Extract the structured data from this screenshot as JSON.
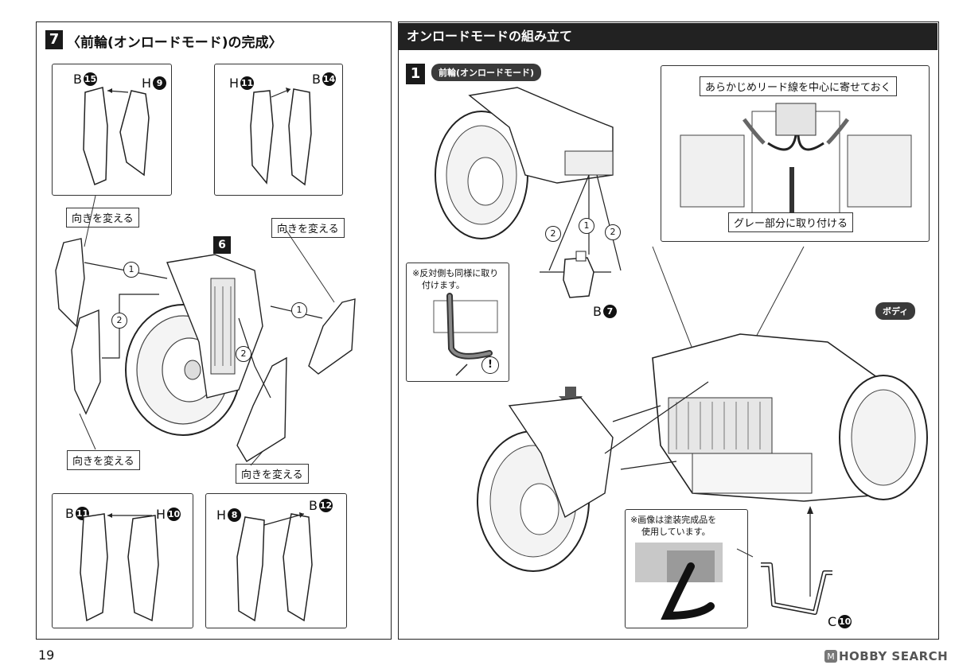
{
  "left_panel": {
    "step_number": "7",
    "step_title": "〈前輪(オンロードモード)の完成〉",
    "sub_step_badge": "6",
    "boxes": [
      {
        "left_code": {
          "letter": "B",
          "num": "15"
        },
        "right_code": {
          "letter": "H",
          "num": "9"
        }
      },
      {
        "left_code": {
          "letter": "H",
          "num": "11"
        },
        "right_code": {
          "letter": "B",
          "num": "14"
        }
      },
      {
        "left_code": {
          "letter": "B",
          "num": "11"
        },
        "right_code": {
          "letter": "H",
          "num": "10"
        }
      },
      {
        "left_code": {
          "letter": "H",
          "num": "8"
        },
        "right_code": {
          "letter": "B",
          "num": "12"
        }
      }
    ],
    "turn_labels": [
      "向きを変える",
      "向きを変える",
      "向きを変える",
      "向きを変える"
    ],
    "order_marks": [
      "1",
      "2",
      "1",
      "2"
    ]
  },
  "right_panel": {
    "header": "オンロードモードの組み立て",
    "step_number": "1",
    "step_pill": "前輪(オンロードモード)",
    "note1": [
      "※反対側も同様に取り",
      "付けます。"
    ],
    "note1_mark": "!",
    "part_b7": {
      "letter": "B",
      "num": "7"
    },
    "order_marks": [
      "2",
      "1",
      "2"
    ],
    "detail_top_label": "あらかじめリード線を中心に寄せておく",
    "detail_bottom_label": "グレー部分に取り付ける",
    "body_pill": "ボディ",
    "note2": [
      "※画像は塗装完成品を",
      "使用しています。"
    ],
    "part_c10": {
      "letter": "C",
      "num": "10"
    }
  },
  "footer": {
    "page_number": "19",
    "watermark": "HOBBY SEARCH"
  }
}
